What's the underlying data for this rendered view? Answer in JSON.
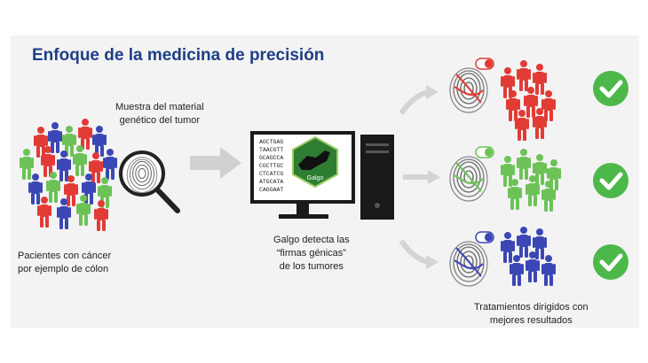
{
  "title": "Enfoque de la medicina de precisión",
  "captions": {
    "patients": [
      "Pacientes con cáncer",
      "por ejemplo de cólon"
    ],
    "sample": [
      "Muestra del material",
      "genético del tumor"
    ],
    "galgo": [
      "Galgo detecta las",
      "“firmas génicas”",
      "de los tumores"
    ],
    "treatments": [
      "Tratamientos dirigidos con",
      "mejores resultados"
    ]
  },
  "screen": {
    "dna_sequences": [
      "AGCTGAG",
      "TAACGTT",
      "GCAGCCA",
      "CGCTTGC",
      "CTCATCG",
      "ATGCATA",
      "CAGGAAT"
    ],
    "logo_text": "Galgo"
  },
  "colors": {
    "title": "#1f3f86",
    "red_group": "#e23b36",
    "green_group": "#6cc257",
    "blue_group": "#3b47b5",
    "check": "#4db84a",
    "galgo_logo": "#2e7d32"
  },
  "groups": [
    {
      "color_name": "red",
      "result_icon": "check-icon"
    },
    {
      "color_name": "green",
      "result_icon": "check-icon"
    },
    {
      "color_name": "blue",
      "result_icon": "check-icon"
    }
  ]
}
